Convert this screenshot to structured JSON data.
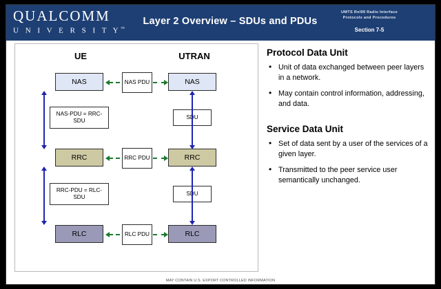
{
  "header": {
    "logo_line1": "QUALCOMM",
    "logo_line2": "U N I V E R S I T Y",
    "logo_tm": "™",
    "title": "Layer 2 Overview – SDUs and PDUs",
    "right_line1": "UMTS Rel99 Radio Interface",
    "right_line2": "Protocols and Procedures",
    "section": "Section 7-5",
    "bg_color": "#1e3f73"
  },
  "diagram": {
    "col_ue": "UE",
    "col_utran": "UTRAN",
    "ue": {
      "nas": "NAS",
      "rrc": "RRC",
      "rlc": "RLC",
      "nas_pdu_note": "NAS-PDU = RRC-SDU",
      "rrc_pdu_note": "RRC-PDU = RLC-SDU"
    },
    "utran": {
      "nas": "NAS",
      "rrc": "RRC",
      "rlc": "RLC",
      "sdu_top": "SDU",
      "sdu_bottom": "SDU"
    },
    "middle": {
      "nas_pdu": "NAS PDU",
      "rrc_pdu": "RRC PDU",
      "rlc_pdu": "RLC PDU"
    },
    "colors": {
      "nas_fill": "#dfe6f5",
      "rrc_fill": "#cdc9a2",
      "rlc_fill": "#9a9ab8",
      "vertical_arrow": "#1c24b2",
      "horizontal_arrow": "#1a7a2e"
    }
  },
  "right": {
    "pdu_title": "Protocol Data Unit",
    "pdu_bullets": [
      "Unit of data exchanged between peer layers in a network.",
      "May contain control information, addressing, and data."
    ],
    "sdu_title": "Service Data Unit",
    "sdu_bullets": [
      "Set of data sent by a user of the services of a given layer.",
      "Transmitted to the peer service user semantically unchanged."
    ]
  },
  "footer": "MAY CONTAIN U.S. EXPORT CONTROLLED INFORMATION"
}
